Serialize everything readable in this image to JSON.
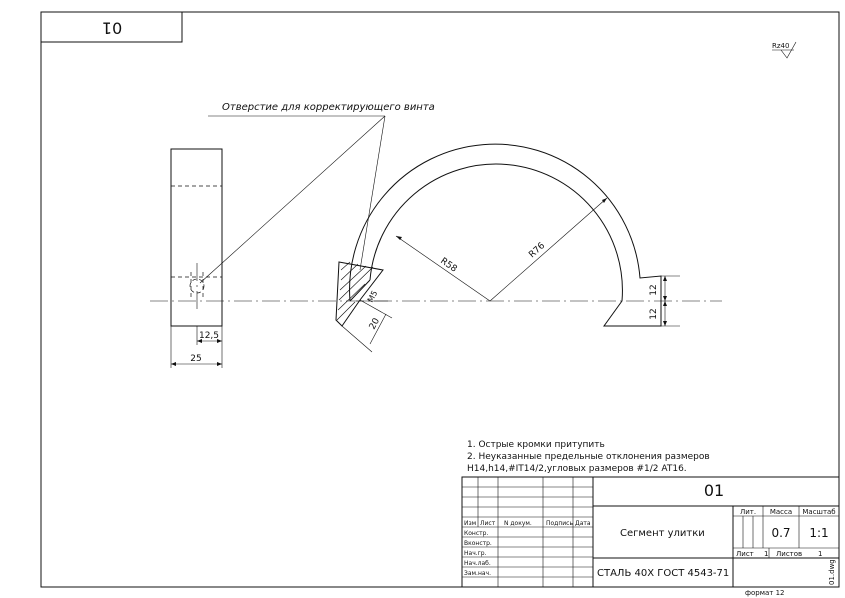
{
  "stamp_code": "01",
  "roughness": "Rz40",
  "callout": "Отверстие для корректирующего винта",
  "dimensions": {
    "r58": "R58",
    "r76": "R76",
    "d12a": "12",
    "d12b": "12",
    "d20": "20",
    "d8": "M5",
    "d125": "12,5",
    "d25": "25"
  },
  "notes": [
    "1. Острые кромки притупить",
    "2. Неуказанные предельные отклонения размеров",
    "H14,h14,#IT14/2,угловых размеров #1/2 AT16."
  ],
  "title_block": {
    "designation": "01",
    "part_name": "Сегмент улитки",
    "material": "СТАЛЬ 40Х ГОСТ 4543-71",
    "lit_label": "Лит.",
    "mass_label": "Масса",
    "scale_label": "Масштаб",
    "mass": "0.7",
    "scale": "1:1",
    "sheet_label": "Лист",
    "sheet": "1",
    "sheets_label": "Листов",
    "sheets": "1",
    "headers": [
      "Изм",
      "Лист",
      "N докум.",
      "Подпись",
      "Дата"
    ],
    "roles": [
      "Констр.",
      "Вконстр.",
      "Нач.гр.",
      "Нач.лаб.",
      "Зам.нач."
    ]
  },
  "format_label": "формат 12",
  "side_label": "01.dwg"
}
